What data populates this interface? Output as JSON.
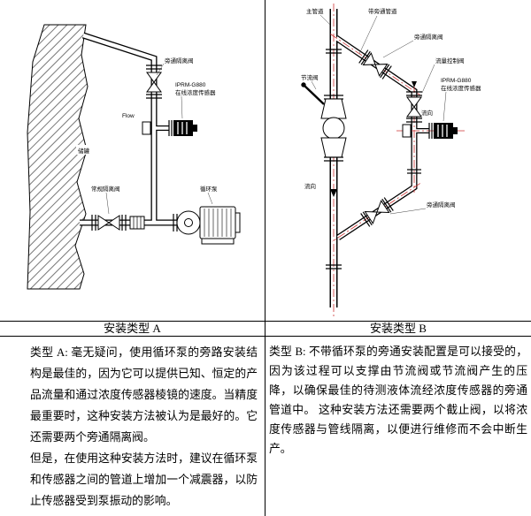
{
  "captions": {
    "type_a": "安装类型 A",
    "type_b": "安装类型 B"
  },
  "diagram_a": {
    "labels": {
      "bypass_isolation_valve": "旁通隔离阀",
      "sensor_model": "IPRM-G880",
      "sensor_name": "在线浓度传感器",
      "flow": "Flow",
      "tank": "储罐",
      "regular_isolation_valve": "常规隔离阀",
      "circulation_pump": "循环泵"
    }
  },
  "diagram_b": {
    "labels": {
      "main_pipe": "主管道",
      "bypass_pipe": "带旁通管道",
      "bypass_isolation_valve_top": "旁通隔离阀",
      "flow_control_valve": "流量控制阀",
      "sensor_model": "IPRM-G880",
      "sensor_name": "在线浓度传感器",
      "throttle_valve": "节流阀",
      "flow_bypass": "流向",
      "flow_main": "流向",
      "bypass_isolation_valve_bottom": "旁通隔离阀"
    }
  },
  "text_a": {
    "p1": "类型 A: 毫无疑问，使用循环泵的旁路安装结构是最佳的，因为它可以提供已知、恒定的产品流量和通过浓度传感器棱镜的速度。当精度最重要时，这种安装方法被认为是最好的。它还需要两个旁通隔离阀。",
    "p2": "但是，在使用这种安装方法时，建议在循环泵和传感器之间的管道上增加一个减震器，以防止传感器受到泵振动的影响。"
  },
  "text_b": {
    "p1": "类型 B: 不带循环泵的旁通安装配置是可以接受的，因为该过程可以支撑由节流阀或节流阀产生的压降，以确保最佳的待测液体流经浓度传感器的旁通管道中。 这种安装方法还需要两个截止阀，以将浓度传感器与管线隔离，以便进行维修而不会中断生产。"
  },
  "colors": {
    "centerline": "#cc3333",
    "line": "#000000"
  }
}
